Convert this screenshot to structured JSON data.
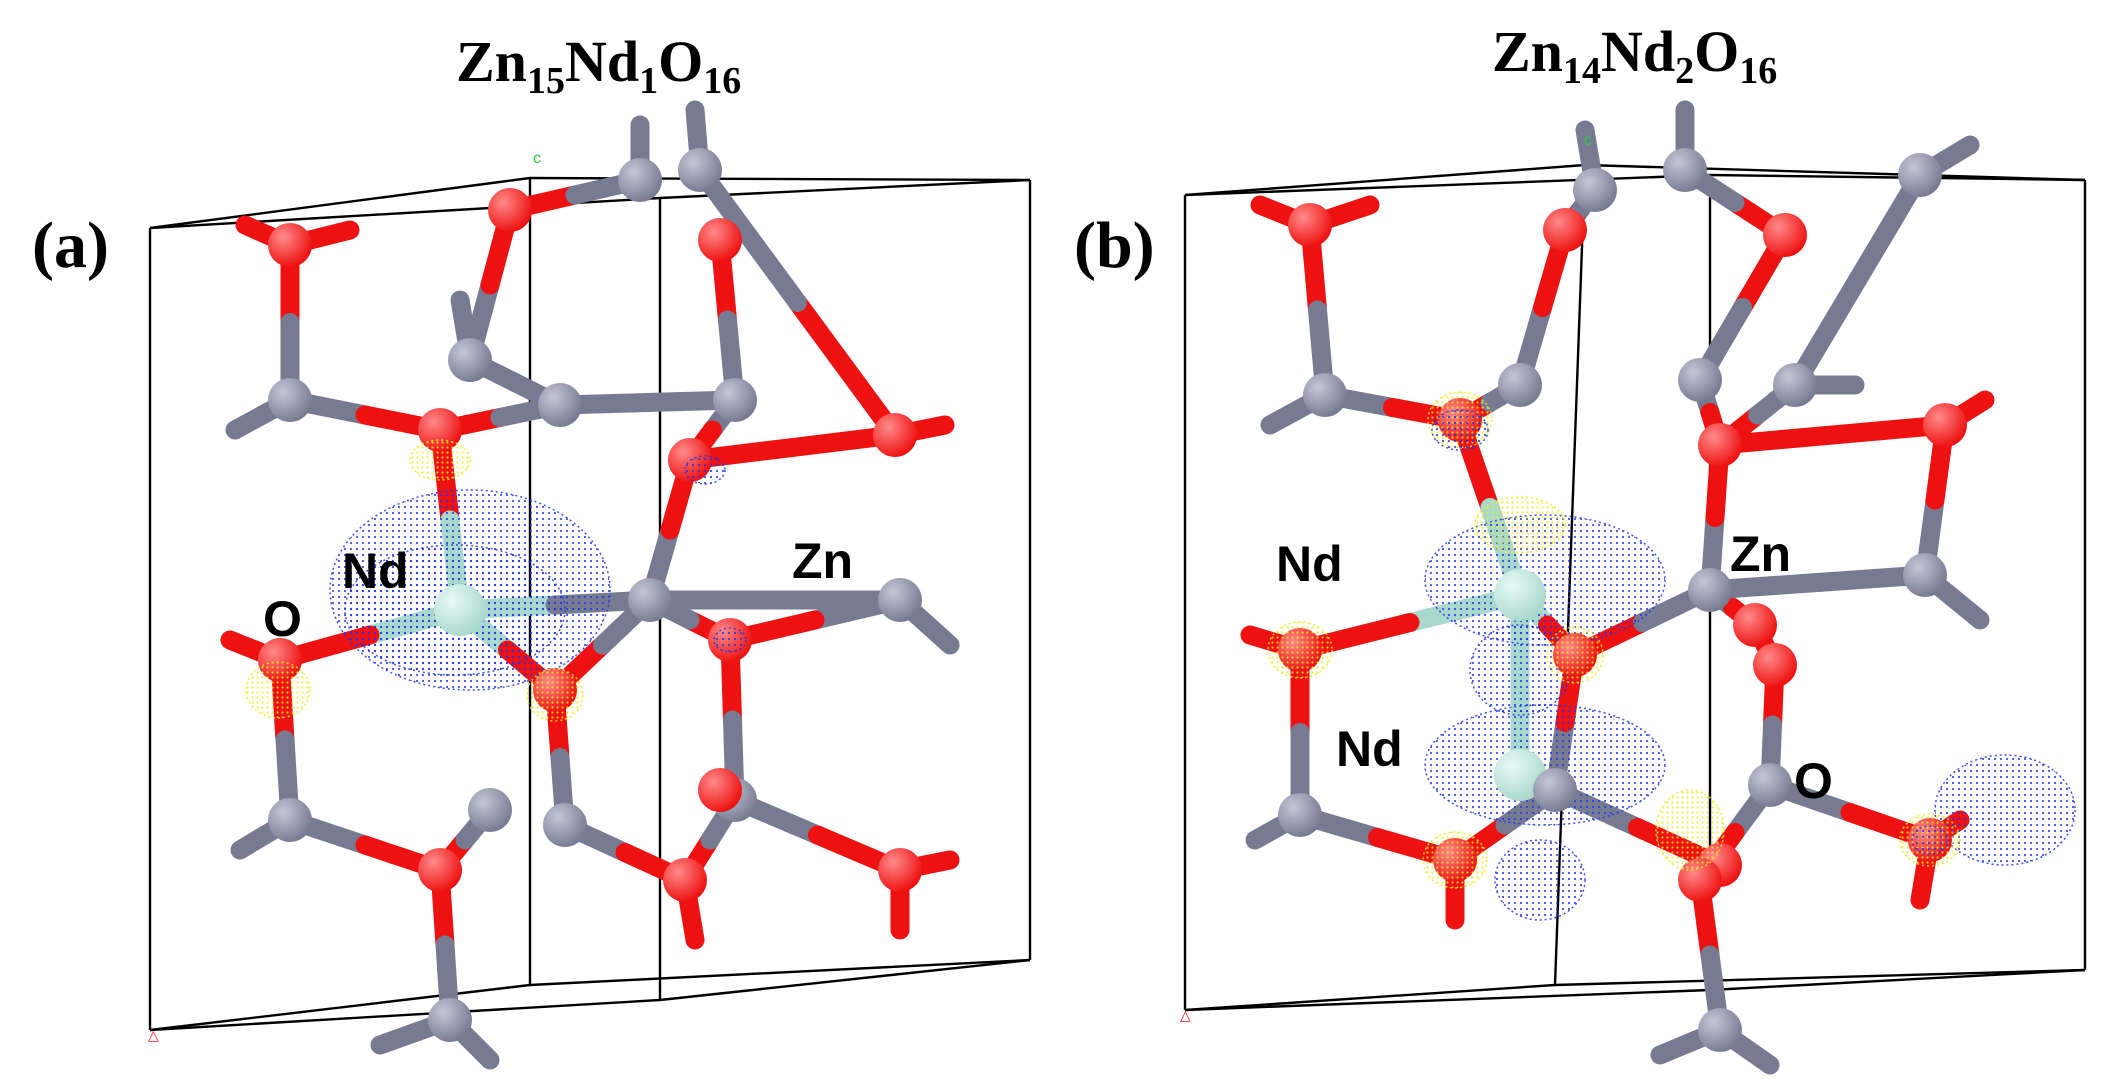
{
  "panels": [
    {
      "label": "(a)",
      "title": {
        "base": [
          "Zn",
          "Nd",
          "O"
        ],
        "subs": [
          "15",
          "1",
          "16"
        ]
      },
      "atom_labels": {
        "nd": "Nd",
        "zn": "Zn",
        "o": "O"
      },
      "axis_labels": {
        "c": "c"
      }
    },
    {
      "label": "(b)",
      "title": {
        "base": [
          "Zn",
          "Nd",
          "O"
        ],
        "subs": [
          "14",
          "2",
          "16"
        ]
      },
      "atom_labels": {
        "nd_top": "Nd",
        "nd_bottom": "Nd",
        "zn": "Zn",
        "o": "O"
      },
      "axis_labels": {
        "c": "c"
      }
    }
  ],
  "colors": {
    "zinc": "#777b91",
    "oxygen": "#ee1111",
    "neodymium": "#a9d8cc",
    "cell_edge": "#000000",
    "spin_density_positive": "#2233ee",
    "spin_density_negative": "#eeee22",
    "axis_c": "#22cc44",
    "axis_a": "#ee2222"
  }
}
